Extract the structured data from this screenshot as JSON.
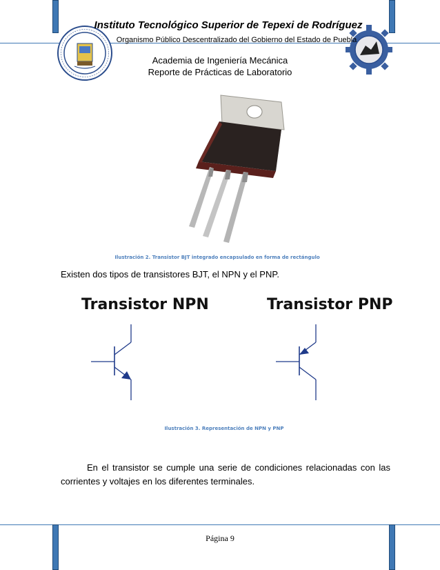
{
  "header": {
    "institution": "Instituto Tecnológico Superior de Tepexi de Rodríguez",
    "organism": "Organismo Público Descentralizado del Gobierno del Estado de Puebla",
    "academy": "Academia de Ingeniería Mecánica",
    "report": "Reporte de Prácticas de Laboratorio"
  },
  "figures": {
    "fig2_caption": "Ilustración 2. Transistor BJT integrado encapsulado en forma de rectángulo",
    "fig3_caption": "Ilustración 3. Representación de NPN y PNP",
    "npn_title": "Transistor NPN",
    "pnp_title": "Transistor PNP"
  },
  "body": {
    "types_sentence": "Existen dos tipos de transistores BJT, el NPN y el PNP.",
    "paragraph_line1": "En el transistor se cumple una serie de condiciones relacionadas con las",
    "paragraph_line2": "corrientes y voltajes en los diferentes terminales."
  },
  "footer": {
    "page_label": "Página 9"
  },
  "colors": {
    "border_blue": "#3f78b4",
    "caption_blue": "#4f81bd",
    "schematic_blue": "#1f3a8a"
  }
}
